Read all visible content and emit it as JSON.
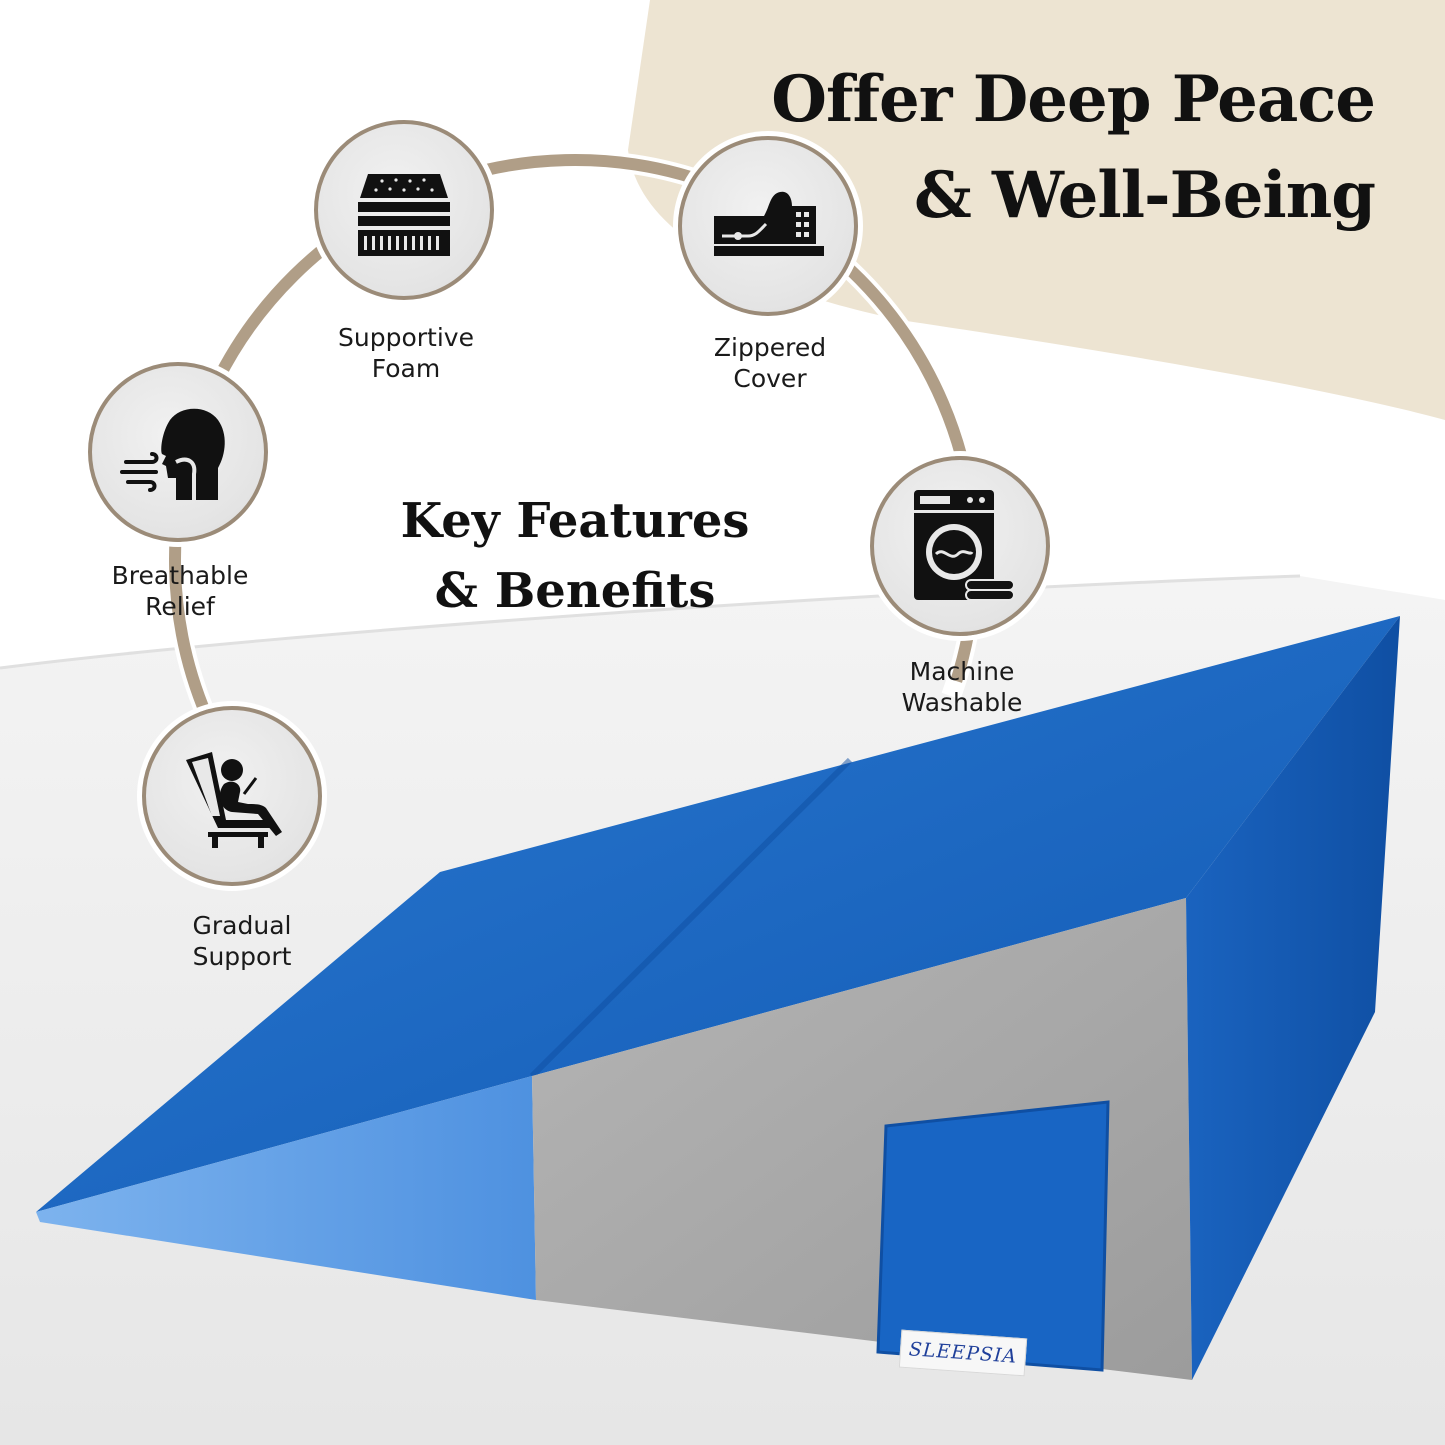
{
  "headline": {
    "line1": "Offer Deep Peace",
    "line2": "& Well-Being"
  },
  "center_title": {
    "line1": "Key Features",
    "line2": "& Benefits"
  },
  "features": [
    {
      "icon": "foam-layers-icon",
      "line1": "Supportive",
      "line2": "Foam"
    },
    {
      "icon": "zipper-cover-icon",
      "line1": "Zippered",
      "line2": "Cover"
    },
    {
      "icon": "breathing-head-icon",
      "line1": "Breathable",
      "line2": "Relief"
    },
    {
      "icon": "washing-machine-icon",
      "line1": "Machine",
      "line2": "Washable"
    },
    {
      "icon": "reclining-person-icon",
      "line1": "Gradual",
      "line2": "Support"
    }
  ],
  "brand": {
    "tag_text": "SLEEPSIA"
  },
  "colors": {
    "beige_panel": "#ede4d2",
    "ring": "#b09e87",
    "wedge_blue": "#1565c0",
    "wedge_light": "#5da0e6",
    "wedge_grey": "#a9a9a9"
  }
}
